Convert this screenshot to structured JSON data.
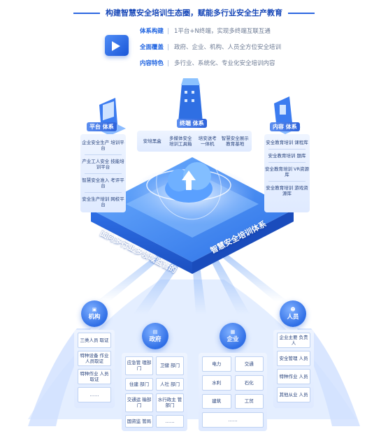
{
  "headline": "构建智慧安全培训生态圈，赋能多行业安全生产教育",
  "features": [
    {
      "label": "体系构建",
      "text": "1平台+N终端，实现多终端互联互通"
    },
    {
      "label": "全面覆盖",
      "text": "政府、企业、机构、人员全方位安全培训"
    },
    {
      "label": "内容特色",
      "text": "多行业、系统化、专业化安全培训内容"
    }
  ],
  "pillars": {
    "platform": {
      "title": "平台 体系",
      "items": [
        "企业安全生产 培训平台",
        "产业工人安全 技能培训平台",
        "智慧安全准入 考评平台",
        "安全生产培训 网校平台"
      ]
    },
    "terminal": {
      "title": "终端 体系",
      "items": [
        "安培黑盒",
        "多媒体安全 培训工具箱",
        "培安送考 一体机",
        "智慧安全展示 教育基地"
      ]
    },
    "content": {
      "title": "内容 体系",
      "items": [
        "安全教育培训 课程库",
        "安全教育培训 题库",
        "安全教育培训 VR资源库",
        "安全教育培训 游戏资源库"
      ]
    }
  },
  "platform_labels": {
    "left": "面向多行业多领域监管的",
    "right": "智慧安全培训体系"
  },
  "categories": {
    "institution": {
      "name": "机构",
      "items": [
        "三类人员 取证",
        "特种设备 作业人员取证",
        "特种作业 人员取证",
        "……"
      ]
    },
    "government": {
      "name": "政府",
      "items": [
        "应急管 理部门",
        "卫健 部门",
        "住建 部门",
        "人社 部门",
        "交通运 输部门",
        "水行政主 管部门",
        "国资监 管局",
        "……"
      ]
    },
    "enterprise": {
      "name": "企业",
      "items": [
        "电力",
        "交通",
        "水利",
        "石化",
        "建筑",
        "工贸",
        "……"
      ]
    },
    "personnel": {
      "name": "人员",
      "items": [
        "企业主要 负责人",
        "安全管理 人员",
        "特种作业 人员",
        "其他从业 人员"
      ]
    }
  },
  "colors": {
    "primary": "#2b66e0",
    "accent": "#1848b8",
    "card": "#e6efff"
  }
}
